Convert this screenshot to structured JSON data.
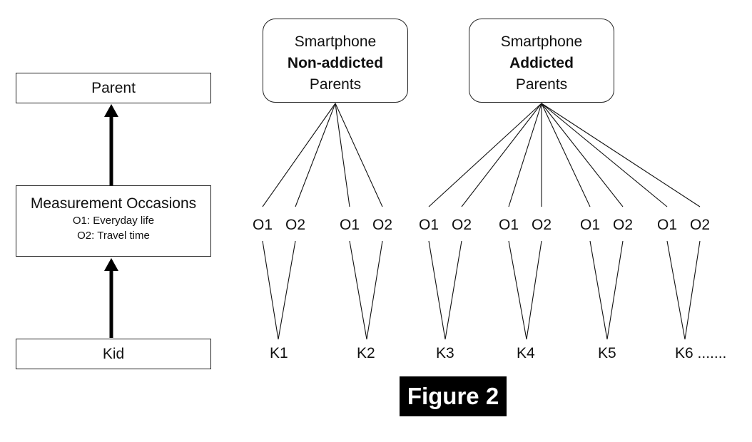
{
  "hierarchy": {
    "parent": "Parent",
    "occasions_title": "Measurement Occasions",
    "occasions_o1": "O1: Everyday life",
    "occasions_o2": "O2: Travel time",
    "kid": "Kid"
  },
  "groups": {
    "non_addicted": {
      "line1": "Smartphone",
      "line2": "Non-addicted",
      "line3": "Parents"
    },
    "addicted": {
      "line1": "Smartphone",
      "line2": "Addicted",
      "line3": "Parents"
    }
  },
  "occasion_labels": [
    "O1",
    "O2"
  ],
  "kids": [
    "K1",
    "K2",
    "K3",
    "K4",
    "K5",
    "K6 ......."
  ],
  "caption": "Figure 2",
  "colors": {
    "line": "#111111",
    "caption_bg": "#000000",
    "caption_text": "#ffffff"
  }
}
